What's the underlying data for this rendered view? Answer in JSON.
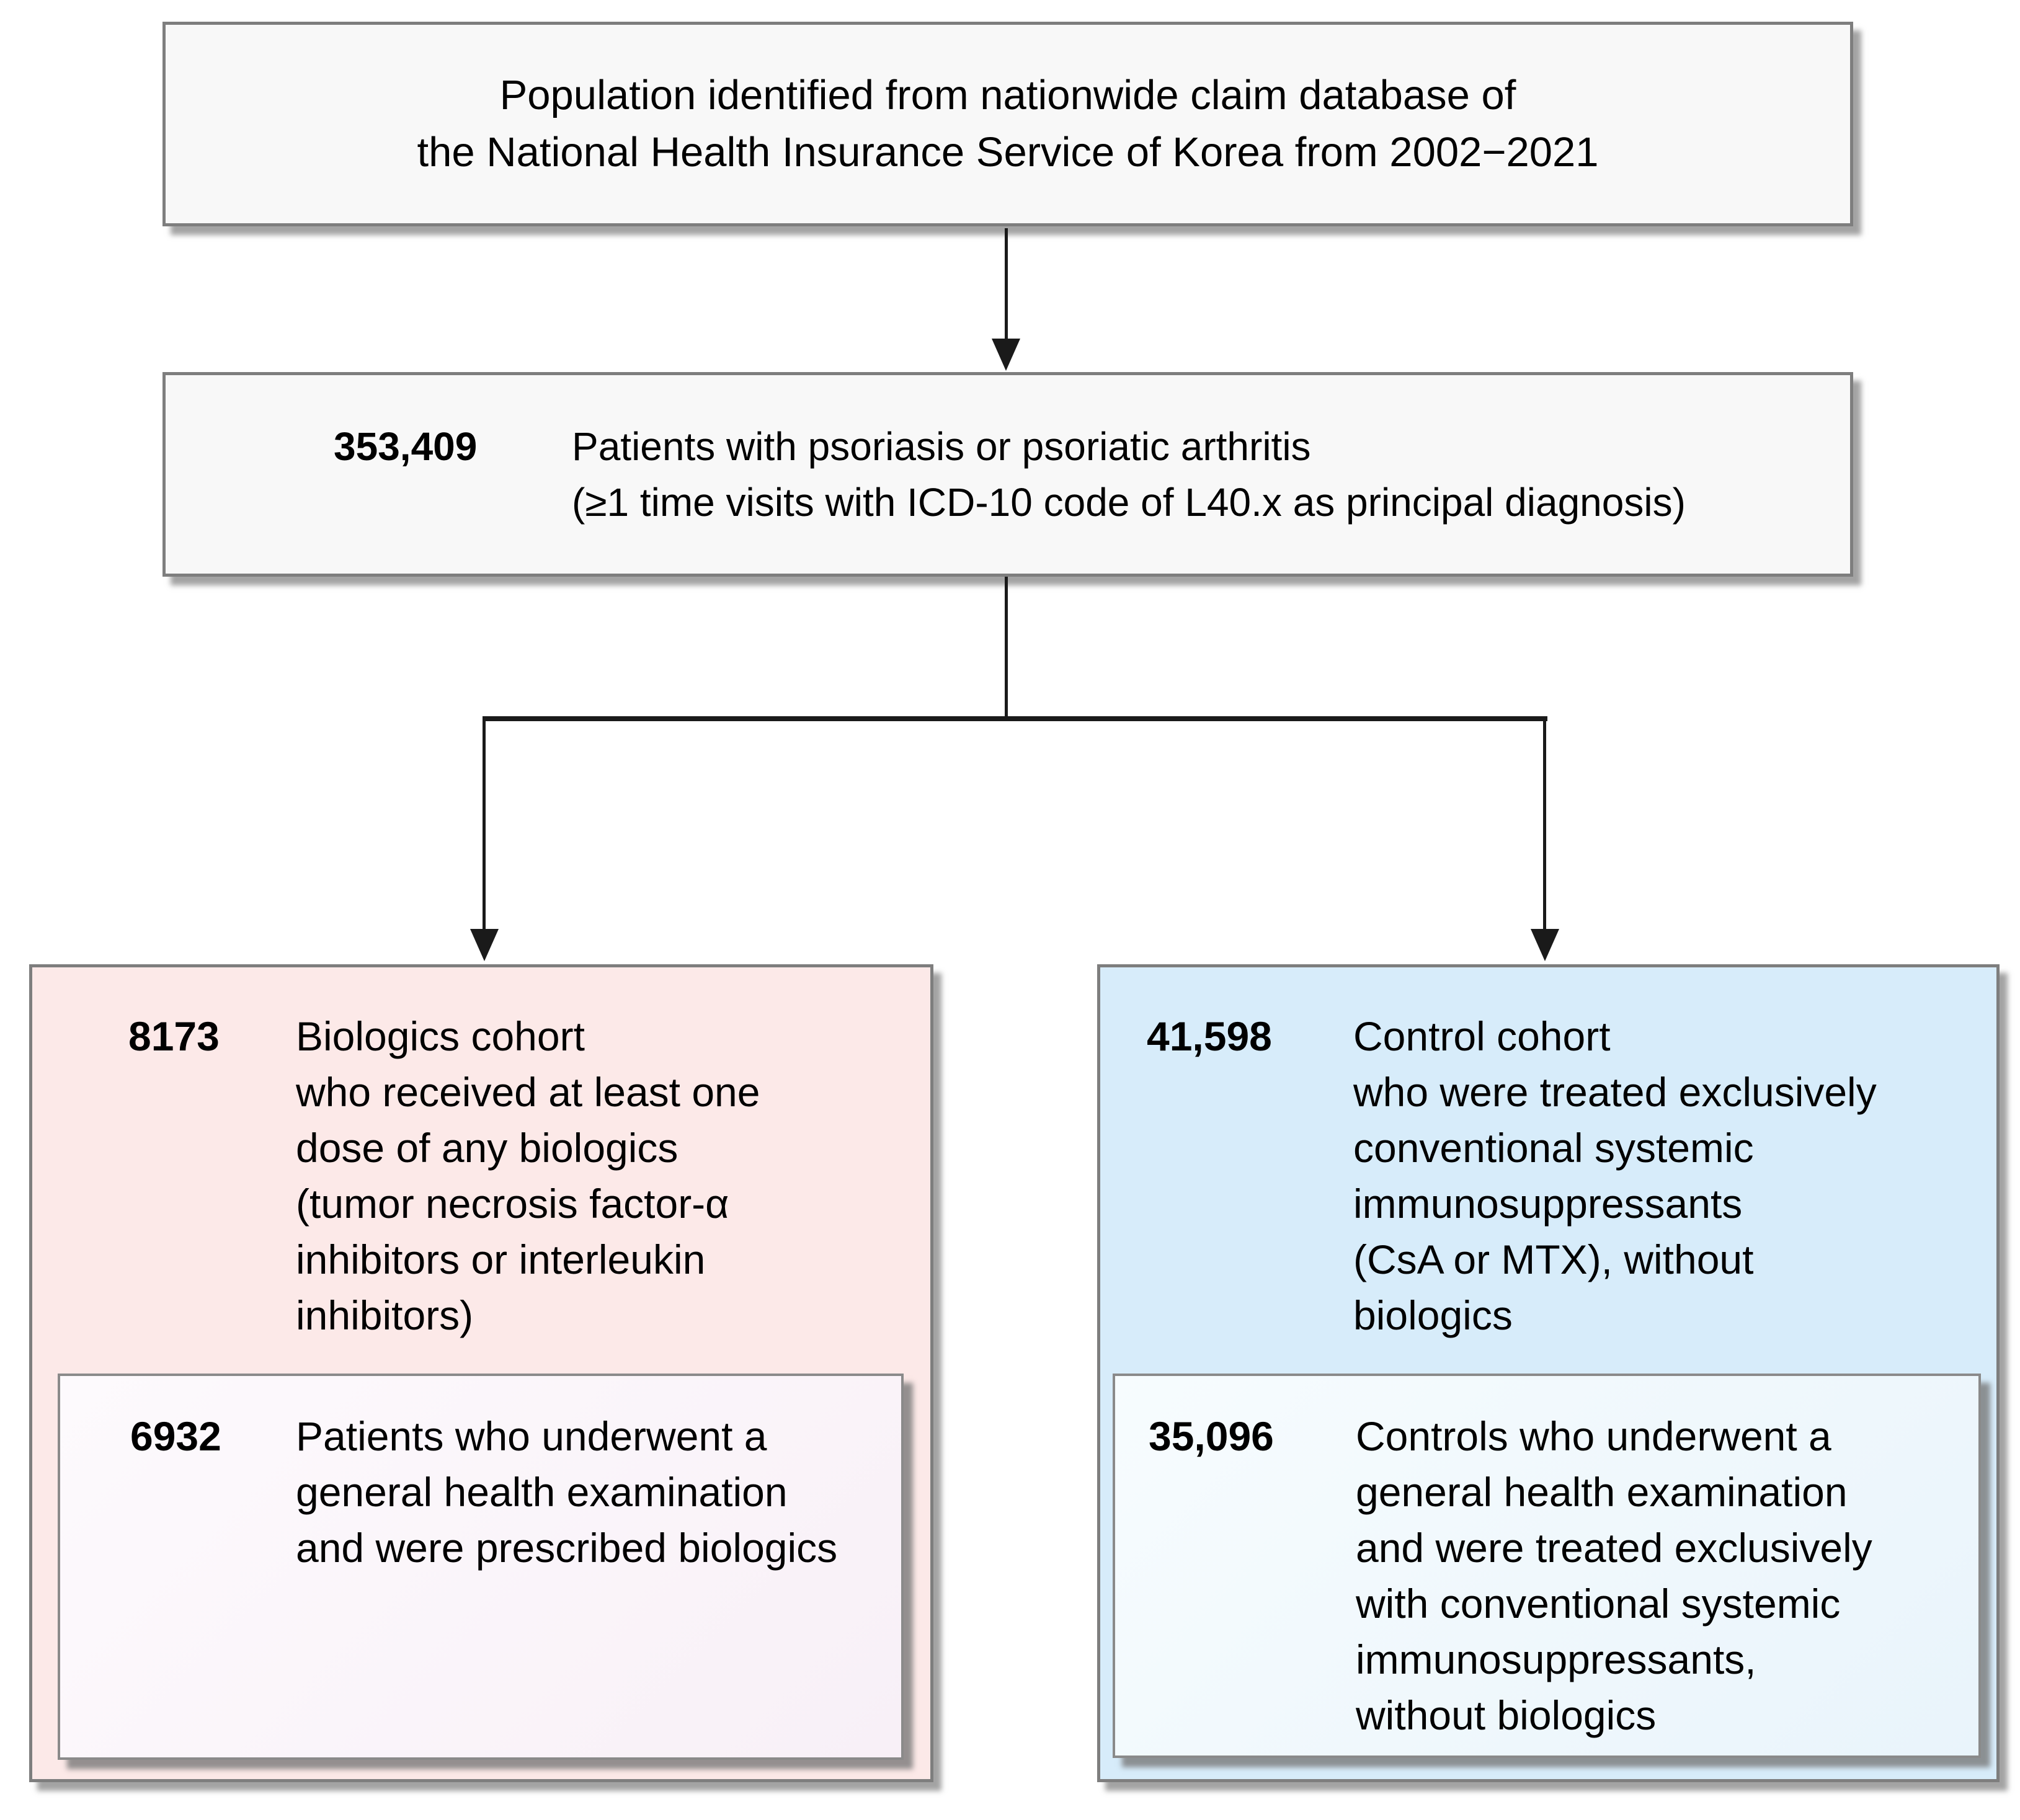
{
  "diagram": {
    "title_box": {
      "text": "Population identified from nationwide claim database of\nthe National Health Insurance Service of Korea from 2002−2021"
    },
    "screening_box": {
      "count": "353,409",
      "text": "Patients with psoriasis or psoriatic arthritis\n(≥1 time visits with ICD-10 code of L40.x as principal diagnosis)"
    },
    "biologics_cohort": {
      "count": "8173",
      "text": "Biologics cohort\nwho received at least one\ndose of any biologics\n(tumor necrosis factor-α\ninhibitors or interleukin\ninhibitors)",
      "subgroup": {
        "count": "6932",
        "text": "Patients who underwent a\ngeneral health examination\nand were prescribed biologics"
      }
    },
    "control_cohort": {
      "count": "41,598",
      "text": "Control cohort\nwho were treated exclusively\nconventional systemic\nimmunosuppressants\n(CsA or MTX), without\nbiologics",
      "subgroup": {
        "count": "35,096",
        "text": "Controls who underwent a\ngeneral health examination\nand were treated exclusively\nwith conventional systemic\nimmunosuppressants,\nwithout biologics"
      }
    },
    "colors": {
      "biologics_fill": "#fce9e8",
      "control_fill": "#d7ecfa",
      "neutral_fill": "#f8f8f8",
      "box_border": "#7e7e7e",
      "connector": "#1a1a1a"
    }
  }
}
